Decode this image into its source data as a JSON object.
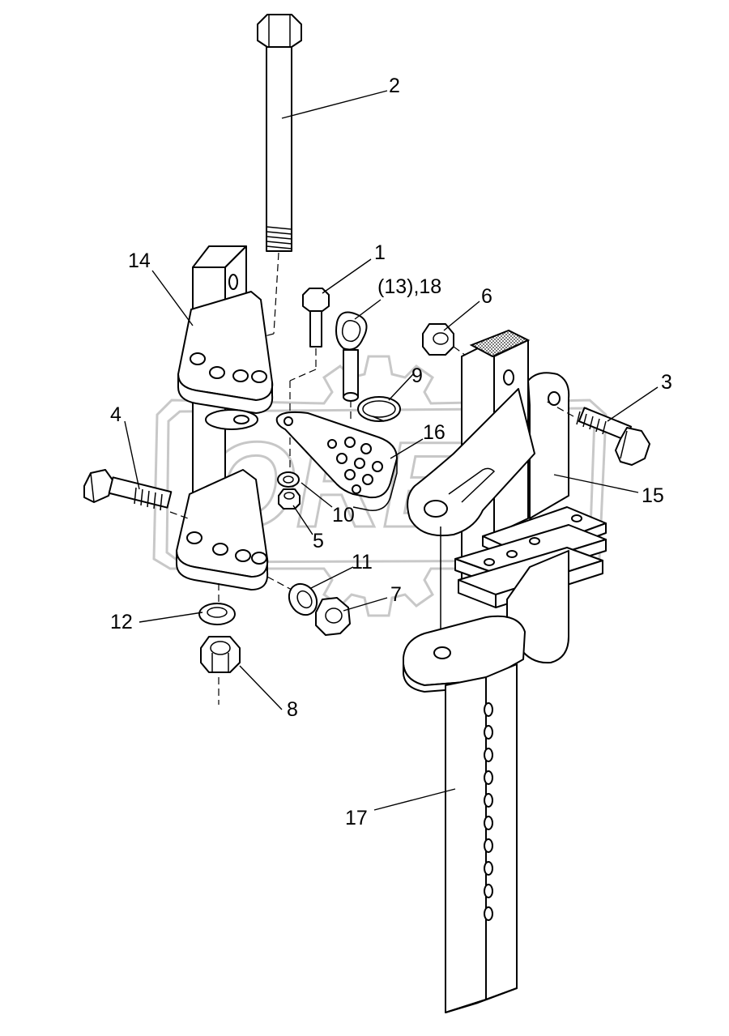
{
  "callouts": {
    "c1": "1",
    "c2": "2",
    "c3": "3",
    "c4": "4",
    "c5": "5",
    "c6": "6",
    "c7": "7",
    "c8": "8",
    "c9": "9",
    "c10": "10",
    "c11": "11",
    "c12": "12",
    "c13_18": "(13),18",
    "c14": "14",
    "c15": "15",
    "c16": "16",
    "c17": "17"
  },
  "watermark": {
    "text": "OREX"
  },
  "colors": {
    "line": "#000000",
    "background": "#ffffff",
    "watermark": "#9a9a9a",
    "shade": "#7a7a7a"
  }
}
